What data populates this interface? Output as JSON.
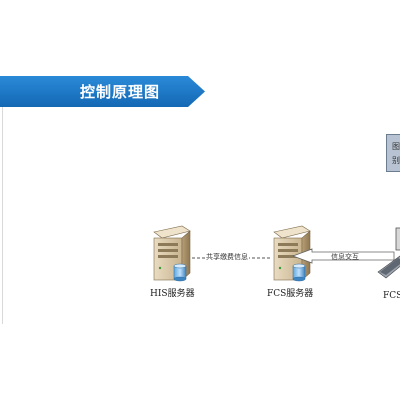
{
  "header": {
    "title": "控制原理图",
    "banner_color": "#1f78c8",
    "banner_dark": "#10558f"
  },
  "diagram": {
    "nodes": {
      "his_server": {
        "label": "HIS服务器",
        "icon": "server-icon"
      },
      "fcs_server": {
        "label": "FCS服务器",
        "icon": "server-icon"
      },
      "fcs_client": {
        "label": "FCS",
        "icon": "workstation-icon"
      },
      "top_right_box": {
        "lines": [
          "图",
          "别"
        ]
      }
    },
    "edges": {
      "his_fcs": {
        "label": "共享缴费信息",
        "style": "dashed"
      },
      "fcs_client": {
        "label": "信息交互",
        "style": "arrow"
      }
    }
  }
}
